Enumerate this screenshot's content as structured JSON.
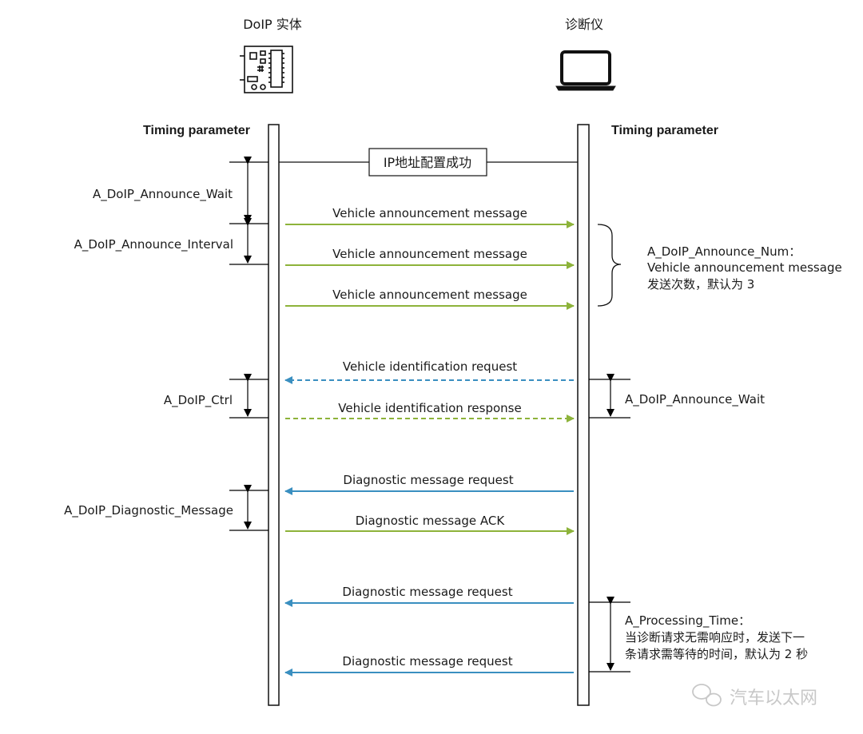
{
  "entities": {
    "left": "DoIP 实体",
    "right": "诊断仪"
  },
  "timing_header": {
    "left": "Timing parameter",
    "right": "Timing parameter"
  },
  "ip_box": "IP地址配置成功",
  "messages": [
    {
      "text": "Vehicle announcement message",
      "direction": "to-tester",
      "style": "solid",
      "color": "#8db33a"
    },
    {
      "text": "Vehicle announcement message",
      "direction": "to-tester",
      "style": "solid",
      "color": "#8db33a"
    },
    {
      "text": "Vehicle announcement message",
      "direction": "to-tester",
      "style": "solid",
      "color": "#8db33a"
    },
    {
      "text": "Vehicle identification request",
      "direction": "to-entity",
      "style": "dashed",
      "color": "#3a8fc0"
    },
    {
      "text": "Vehicle identification response",
      "direction": "to-tester",
      "style": "dashed",
      "color": "#8db33a"
    },
    {
      "text": "Diagnostic message request",
      "direction": "to-entity",
      "style": "solid",
      "color": "#3a8fc0"
    },
    {
      "text": "Diagnostic message ACK",
      "direction": "to-tester",
      "style": "solid",
      "color": "#8db33a"
    },
    {
      "text": "Diagnostic message request",
      "direction": "to-entity",
      "style": "solid",
      "color": "#3a8fc0"
    },
    {
      "text": "Diagnostic message request",
      "direction": "to-entity",
      "style": "solid",
      "color": "#3a8fc0"
    }
  ],
  "left_params": [
    "A_DoIP_Announce_Wait",
    "A_DoIP_Announce_Interval",
    "A_DoIP_Ctrl",
    "A_DoIP_Diagnostic_Message"
  ],
  "right_params": {
    "announce_num": [
      "A_DoIP_Announce_Num：",
      "Vehicle announcement message",
      "发送次数，默认为 3"
    ],
    "announce_wait": "A_DoIP_Announce_Wait",
    "processing_time": [
      "A_Processing_Time：",
      "当诊断请求无需响应时，发送下一",
      "条请求需等待的时间，默认为 2 秒"
    ]
  },
  "watermark": "汽车以太网",
  "icons": {
    "left": "circuit-board-icon",
    "right": "laptop-icon",
    "watermark": "wechat-icon"
  }
}
